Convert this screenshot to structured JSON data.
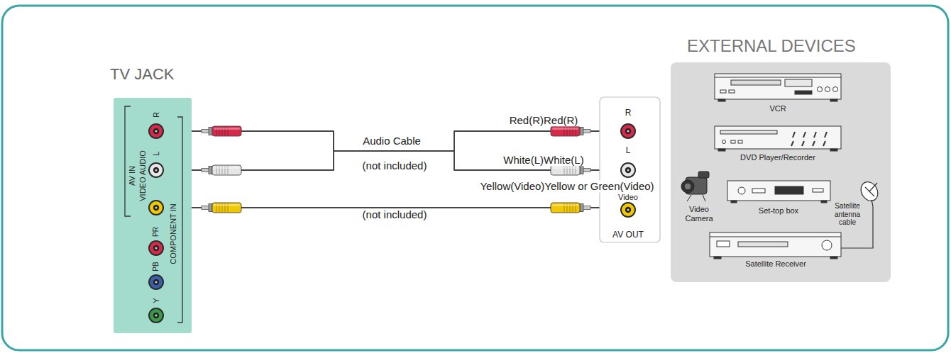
{
  "diagram": {
    "nodes": [
      {
        "text": [
          "TV JACK",
          "R",
          "L",
          "AV IN",
          "VIDEO AUDIO",
          "PR",
          "PB",
          "Y",
          "COMPONENT IN"
        ]
      },
      {
        "text": [
          "R",
          "L",
          "Video",
          "AV OUT"
        ]
      },
      {
        "text": [
          "EXTERNAL DEVICES"
        ]
      },
      {
        "text": [
          "VCR"
        ],
        "in": 2
      },
      {
        "text": [
          "DVD Player/Recorder"
        ],
        "in": 2
      },
      {
        "text": [
          "Video Camera"
        ],
        "in": 2
      },
      {
        "text": [
          "Set-top box"
        ],
        "in": 2
      },
      {
        "text": [
          "Satellite Receiver"
        ],
        "in": 2
      }
    ],
    "edges": [
      {
        "from": 0,
        "to": 1,
        "arrow": "none",
        "label": "Red(R)Red(R)"
      },
      {
        "from": 0,
        "to": 1,
        "arrow": "none",
        "label": "White(L)White(L)"
      },
      {
        "from": 0,
        "to": 1,
        "arrow": "none",
        "label": "Yellow(Video)Yellow or Green(Video)"
      }
    ],
    "labels": [
      "Audio Cable",
      "(not included)",
      "(not included)",
      "Satellite antenna cable"
    ]
  }
}
